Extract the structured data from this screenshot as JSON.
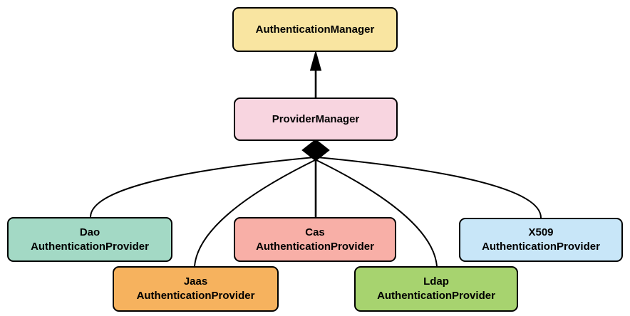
{
  "diagram": {
    "background": "#ffffff",
    "line_color": "#000000",
    "nodes": {
      "authentication_manager": {
        "label": "AuthenticationManager",
        "fill": "#f9e5a1"
      },
      "provider_manager": {
        "label": "ProviderManager",
        "fill": "#f8d5e0"
      },
      "dao": {
        "line1": "Dao",
        "line2": "AuthenticationProvider",
        "fill": "#a3d9c5"
      },
      "jaas": {
        "line1": "Jaas",
        "line2": "AuthenticationProvider",
        "fill": "#f6b25e"
      },
      "cas": {
        "line1": "Cas",
        "line2": "AuthenticationProvider",
        "fill": "#f8afa7"
      },
      "ldap": {
        "line1": "Ldap",
        "line2": "AuthenticationProvider",
        "fill": "#a7d36f"
      },
      "x509": {
        "line1": "X509",
        "line2": "AuthenticationProvider",
        "fill": "#c8e6f8"
      }
    },
    "edges": [
      {
        "from": "ProviderManager",
        "to": "AuthenticationManager",
        "type": "arrow"
      },
      {
        "from": "Dao AuthenticationProvider",
        "to": "ProviderManager",
        "type": "aggregation"
      },
      {
        "from": "Jaas AuthenticationProvider",
        "to": "ProviderManager",
        "type": "aggregation"
      },
      {
        "from": "Cas AuthenticationProvider",
        "to": "ProviderManager",
        "type": "aggregation"
      },
      {
        "from": "Ldap AuthenticationProvider",
        "to": "ProviderManager",
        "type": "aggregation"
      },
      {
        "from": "X509 AuthenticationProvider",
        "to": "ProviderManager",
        "type": "aggregation"
      }
    ]
  }
}
